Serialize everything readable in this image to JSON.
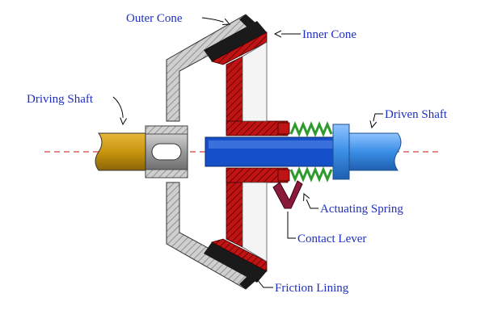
{
  "labels": {
    "outer_cone": "Outer Cone",
    "inner_cone": "Inner Cone",
    "driving_shaft": "Driving Shaft",
    "driven_shaft": "Driven Shaft",
    "actuating_spring": "Actuating Spring",
    "contact_lever": "Contact Lever",
    "friction_lining": "Friction Lining"
  },
  "colors": {
    "label_text": "#1f2fbf",
    "leader_line": "#000000",
    "center_line": "#e03b3b",
    "driving_shaft": "#c8960e",
    "driven_shaft": "#3a8ee6",
    "inner_shaft": "#1550c8",
    "outer_cone": "#c9c9c9",
    "inner_cone": "#c01414",
    "friction_lining": "#1a1a1a",
    "spring": "#2e9a2e",
    "contact_lever": "#8b1a3a"
  }
}
